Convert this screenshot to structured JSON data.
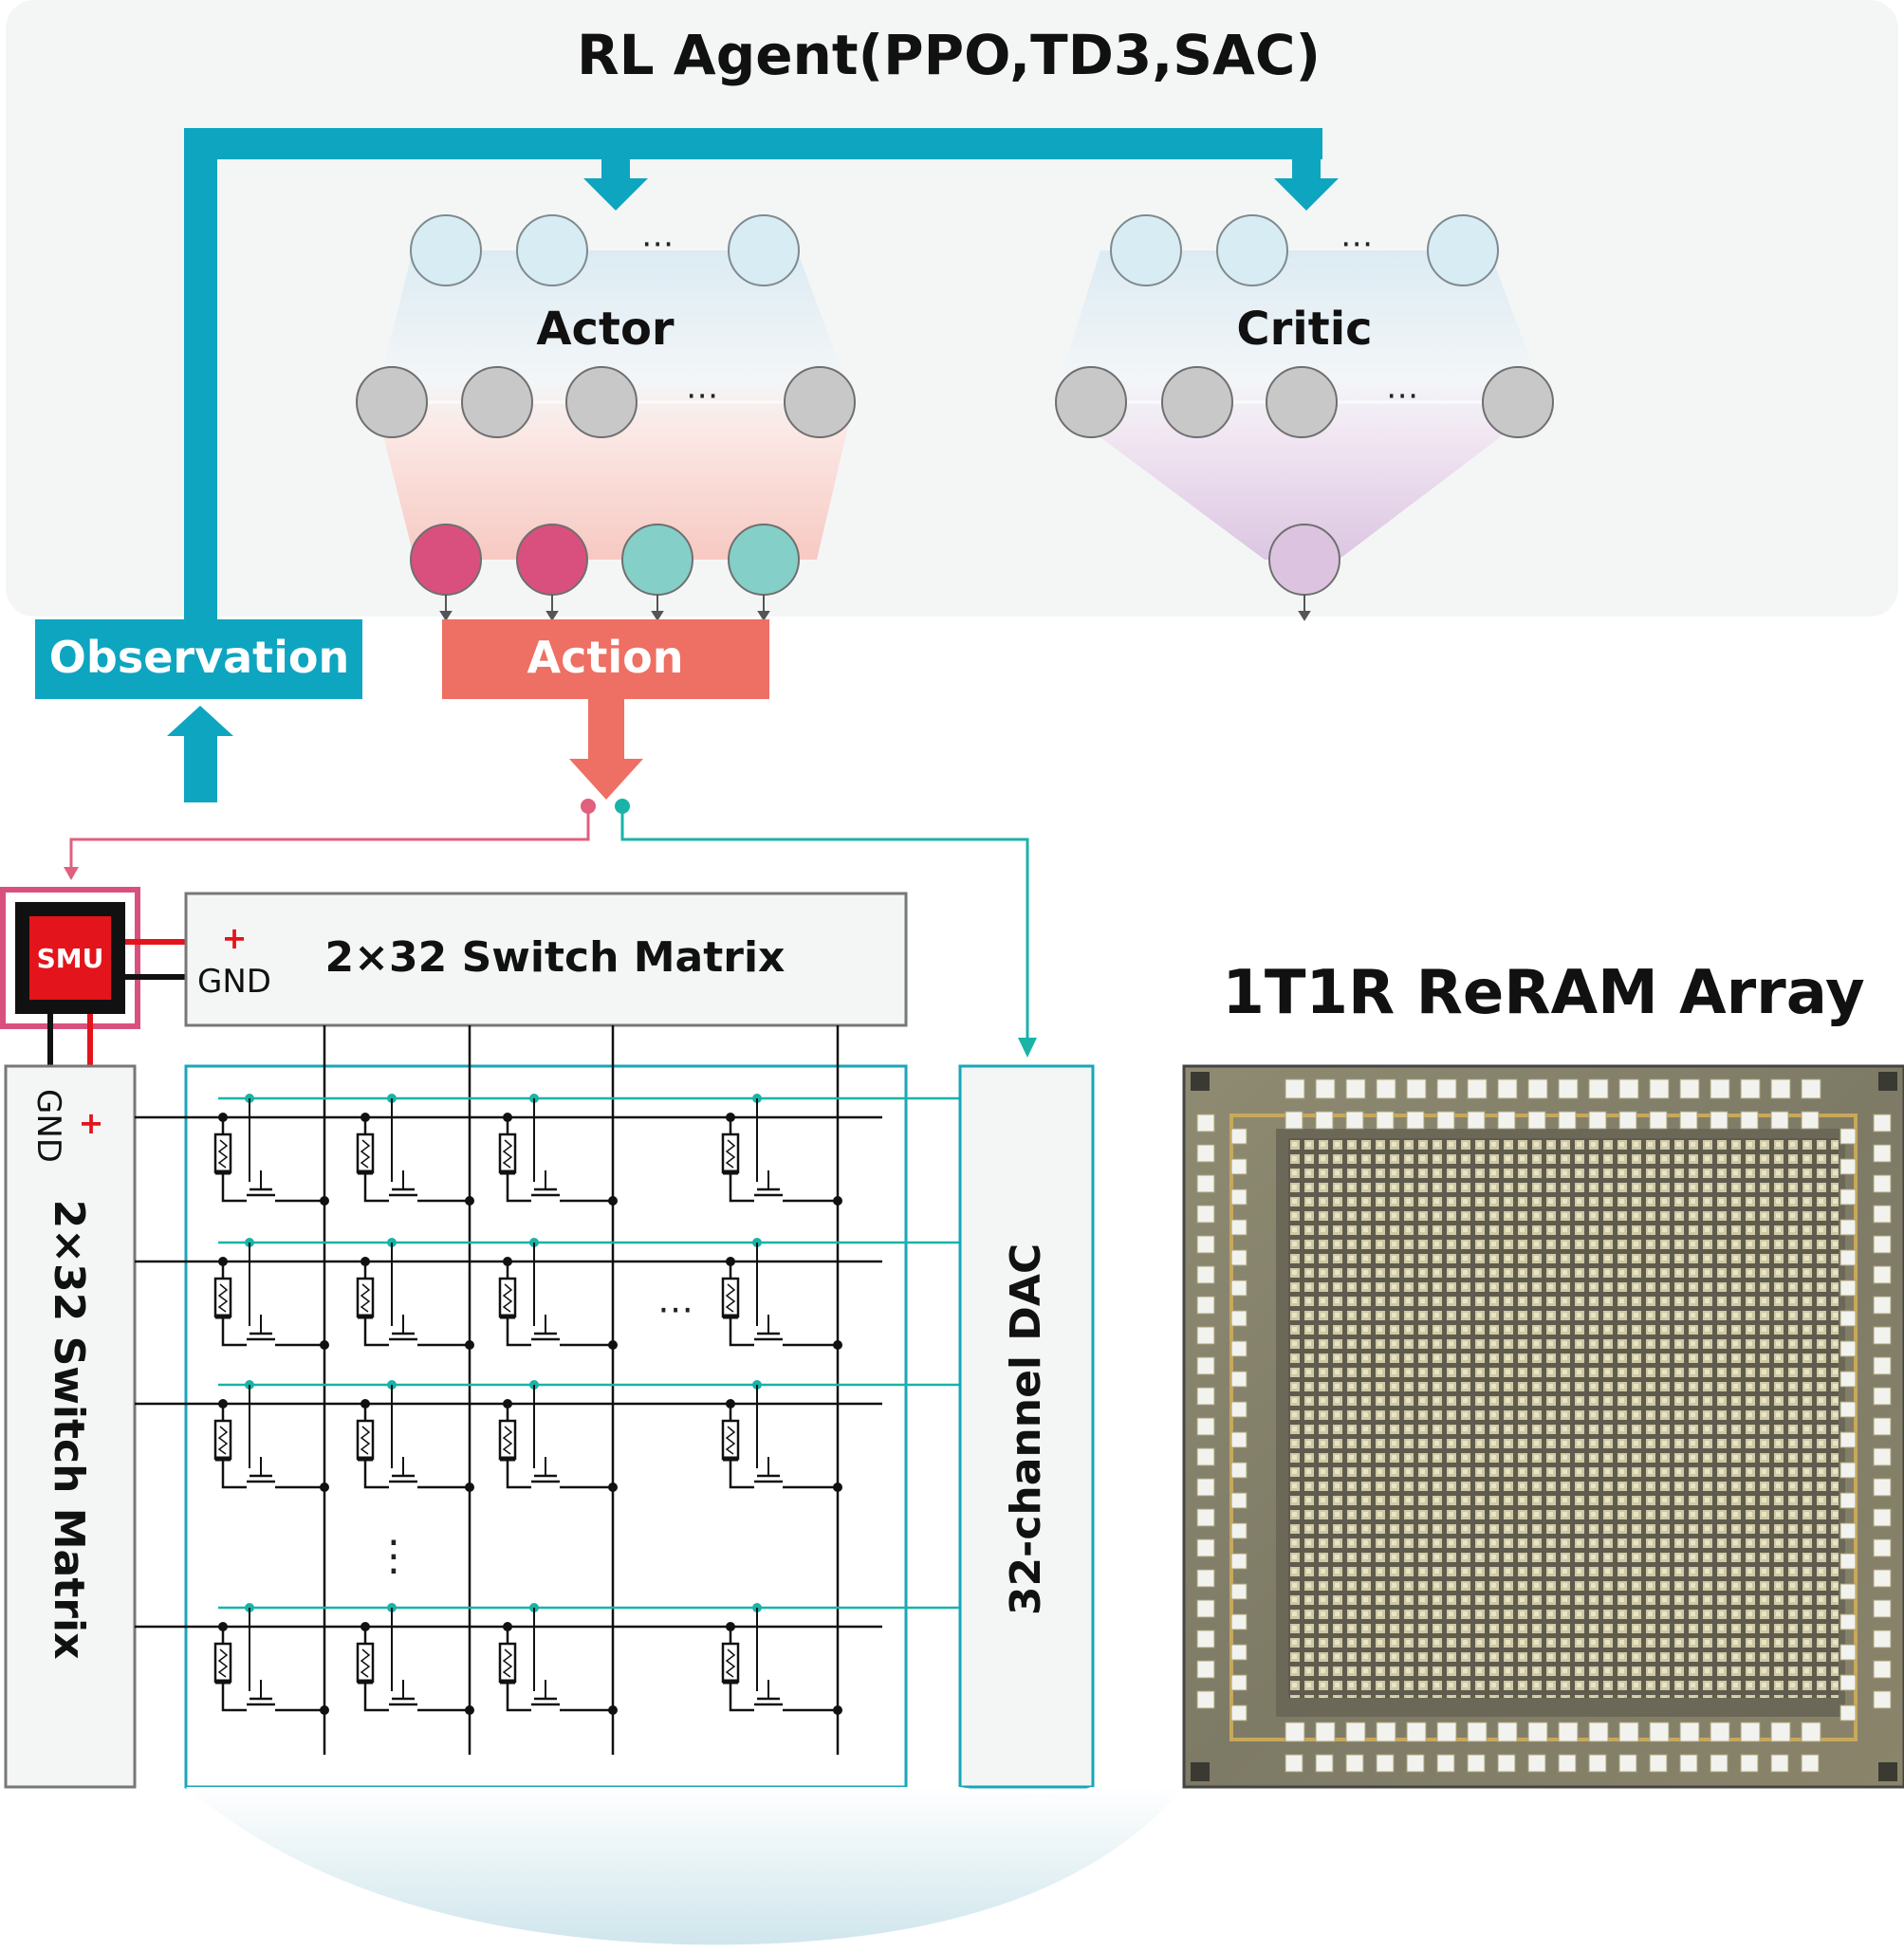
{
  "agent": {
    "title": "RL Agent(PPO,TD3,SAC)",
    "actor_label": "Actor",
    "critic_label": "Critic",
    "ellipsis": "⋯"
  },
  "io": {
    "observation_label": "Observation",
    "action_label": "Action"
  },
  "hardware": {
    "smu_label": "SMU",
    "plus_sign": "+",
    "gnd_label": "GND",
    "switch_matrix_top": "2×32 Switch Matrix",
    "switch_matrix_left": "2×32 Switch Matrix",
    "dac_label": "32-channel DAC",
    "vdots": "⋮",
    "hdots": "⋯"
  },
  "chip": {
    "title": "1T1R ReRAM Array"
  },
  "colors": {
    "teal": "#0ea5c0",
    "action_red": "#ee6f63",
    "pink": "#e0607e",
    "cyan_line": "#19b3a8",
    "smu_red": "#e3141b",
    "panel_bg": "#f4f6f6",
    "actor_out_pink": "#d9507e",
    "actor_out_teal": "#84cfc8",
    "critic_out": "#dcc4e0",
    "input_node": "#d8ecf4",
    "hidden_node": "#c8c8c8"
  },
  "icons": [
    "arrow-down-icon",
    "arrow-up-icon",
    "resistor-icon",
    "transistor-icon"
  ]
}
